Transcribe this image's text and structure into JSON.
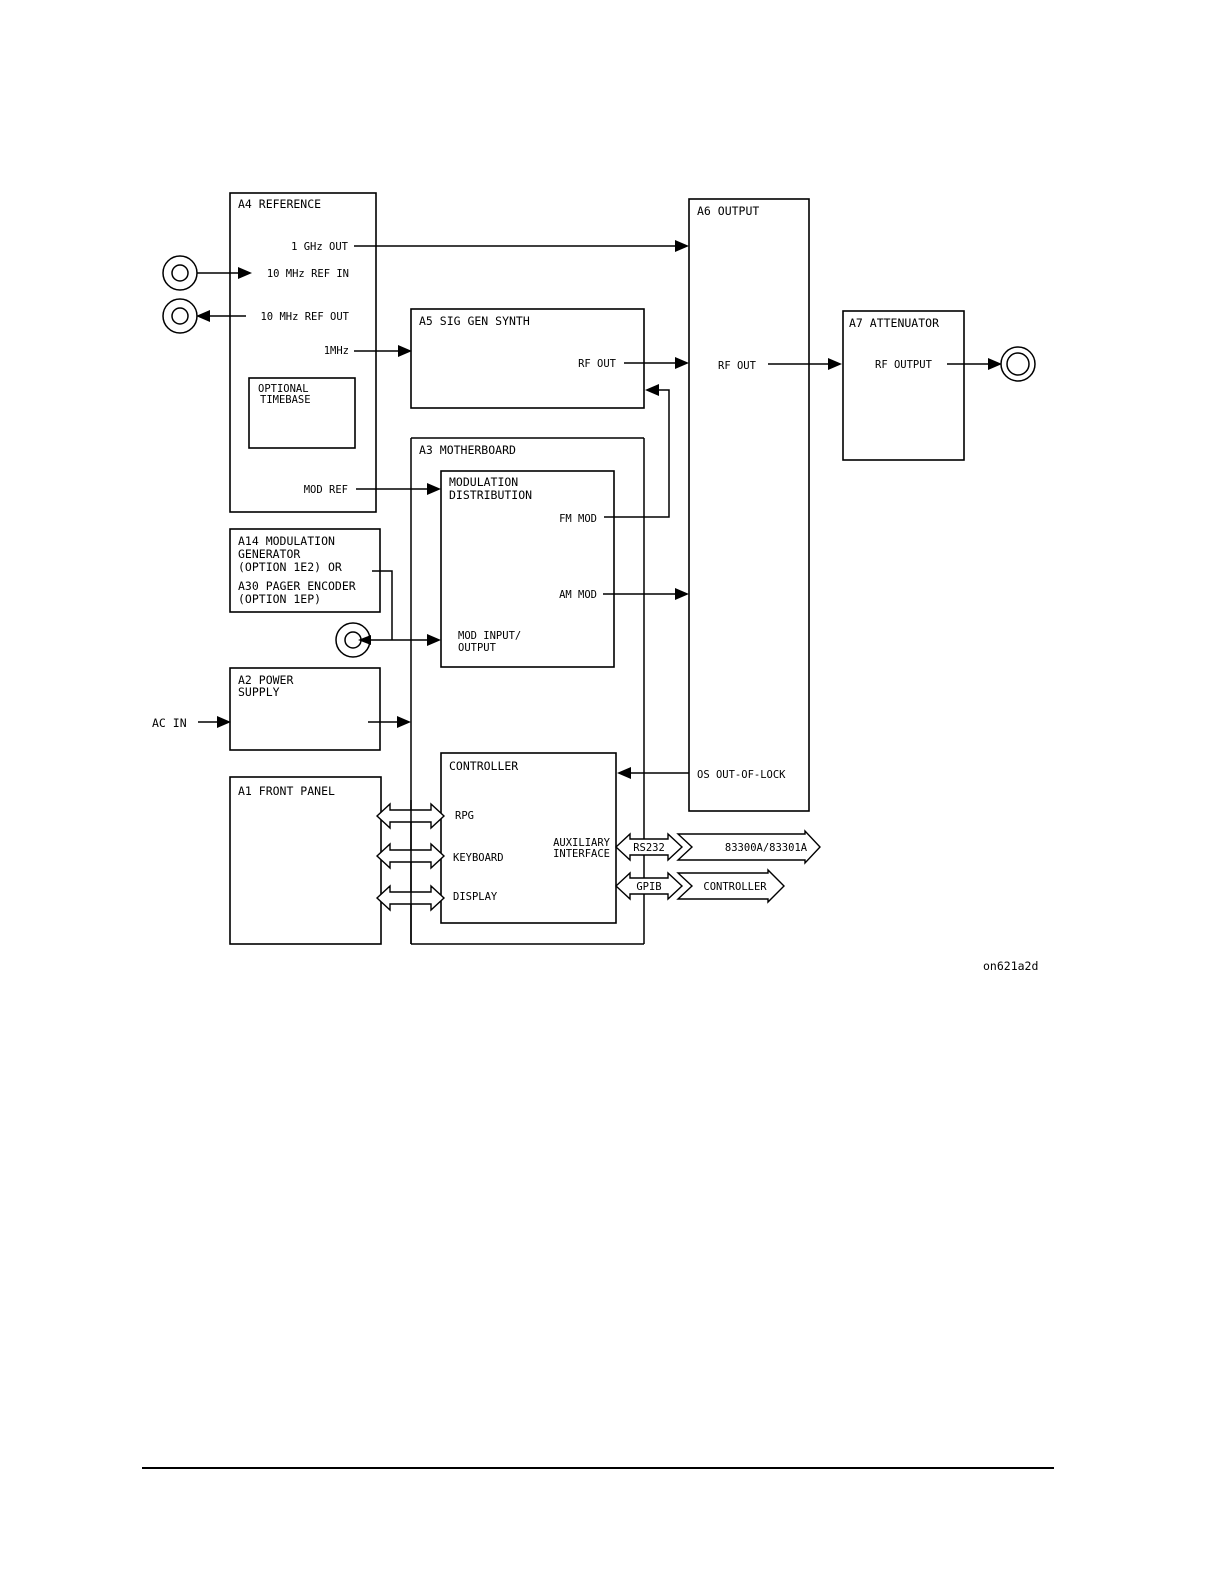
{
  "blocks": {
    "a4": "A4 REFERENCE",
    "a4_1ghz_out": "1 GHz OUT",
    "a4_10mhz_ref_in": "10 MHz REF IN",
    "a4_10mhz_ref_out": "10 MHz REF OUT",
    "a4_1mhz": "1MHz",
    "a4_optional_line1": "OPTIONAL",
    "a4_optional_line2": "TIMEBASE",
    "a4_mod_ref": "MOD REF",
    "a5": "A5 SIG GEN SYNTH",
    "a5_rf_out": "RF OUT",
    "a6": "A6 OUTPUT",
    "a6_rf_out": "RF OUT",
    "a6_os_out_of_lock": "OS OUT-OF-LOCK",
    "a7": "A7 ATTENUATOR",
    "a7_rf_output": "RF OUTPUT",
    "a3": "A3 MOTHERBOARD",
    "moddist_line1": "MODULATION",
    "moddist_line2": "DISTRIBUTION",
    "moddist_fm_mod": "FM MOD",
    "moddist_am_mod": "AM MOD",
    "moddist_io_line1": "MOD INPUT/",
    "moddist_io_line2": "OUTPUT",
    "a14_line1": "A14 MODULATION",
    "a14_line2": "GENERATOR",
    "a14_line3": "(OPTION 1E2) OR",
    "a14_line4": "A30 PAGER ENCODER",
    "a14_line5": "(OPTION 1EP)",
    "a2_line1": "A2 POWER",
    "a2_line2": "SUPPLY",
    "ac_in": "AC IN",
    "a1": "A1 FRONT PANEL",
    "controller": "CONTROLLER",
    "rpg": "RPG",
    "keyboard": "KEYBOARD",
    "display": "DISPLAY",
    "aux_line1": "AUXILIARY",
    "aux_line2": "INTERFACE",
    "rs232": "RS232",
    "gpib": "GPIB",
    "ext_83300": "83300A/83301A",
    "ext_controller": "CONTROLLER"
  },
  "figure_id": "on621a2d"
}
